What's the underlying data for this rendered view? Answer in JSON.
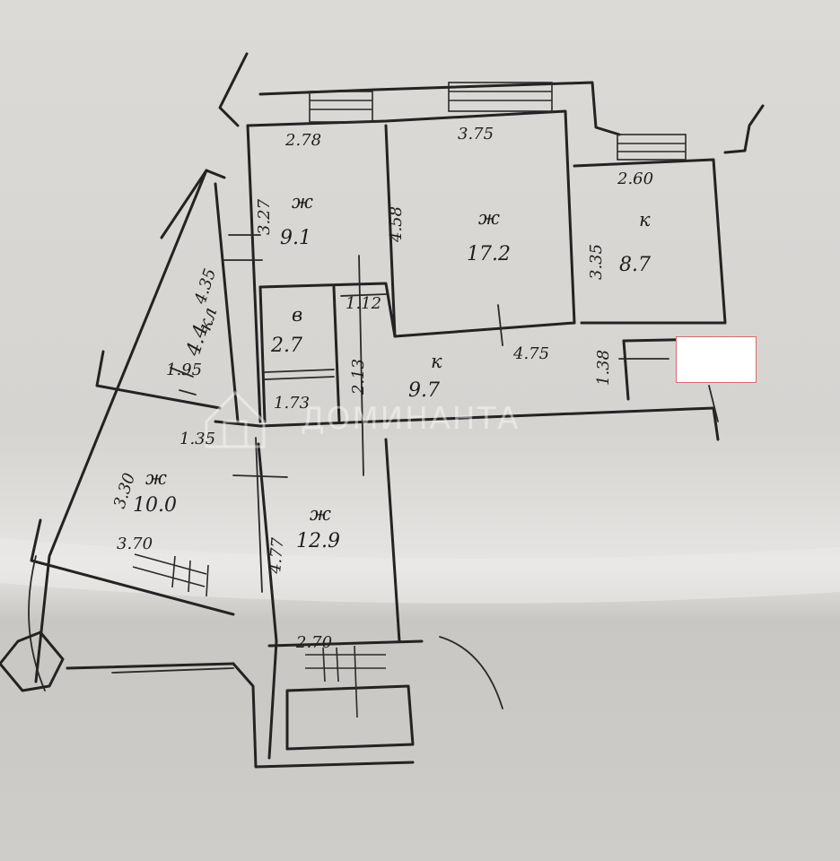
{
  "plan": {
    "rooms": [
      {
        "id": "room-a",
        "label": "ж",
        "area": "9.1"
      },
      {
        "id": "room-b",
        "label": "ж",
        "area": "17.2"
      },
      {
        "id": "room-c",
        "label": "к",
        "area": "8.7"
      },
      {
        "id": "room-d",
        "label": "кл",
        "area": "4.4"
      },
      {
        "id": "room-e",
        "label": "в",
        "area": "2.7"
      },
      {
        "id": "room-f",
        "label": "",
        "area": "1.73"
      },
      {
        "id": "room-g",
        "label": "к",
        "area": "9.7"
      },
      {
        "id": "room-h",
        "label": "ж",
        "area": "10.0"
      },
      {
        "id": "room-i",
        "label": "ж",
        "area": "12.9"
      }
    ],
    "dimensions": [
      "2.78",
      "3.75",
      "2.60",
      "3.27",
      "4.58",
      "3.35",
      "4.35",
      "1.12",
      "2.13",
      "4.75",
      "1.38",
      "1.95",
      "1.35",
      "3.30",
      "3.70",
      "4.77",
      "2.70"
    ],
    "watermark": "ДОМИНАНТА"
  },
  "colors": {
    "paper": "#d9d7d4",
    "ink": "#232323",
    "redaction_border": "#d56a6a"
  }
}
